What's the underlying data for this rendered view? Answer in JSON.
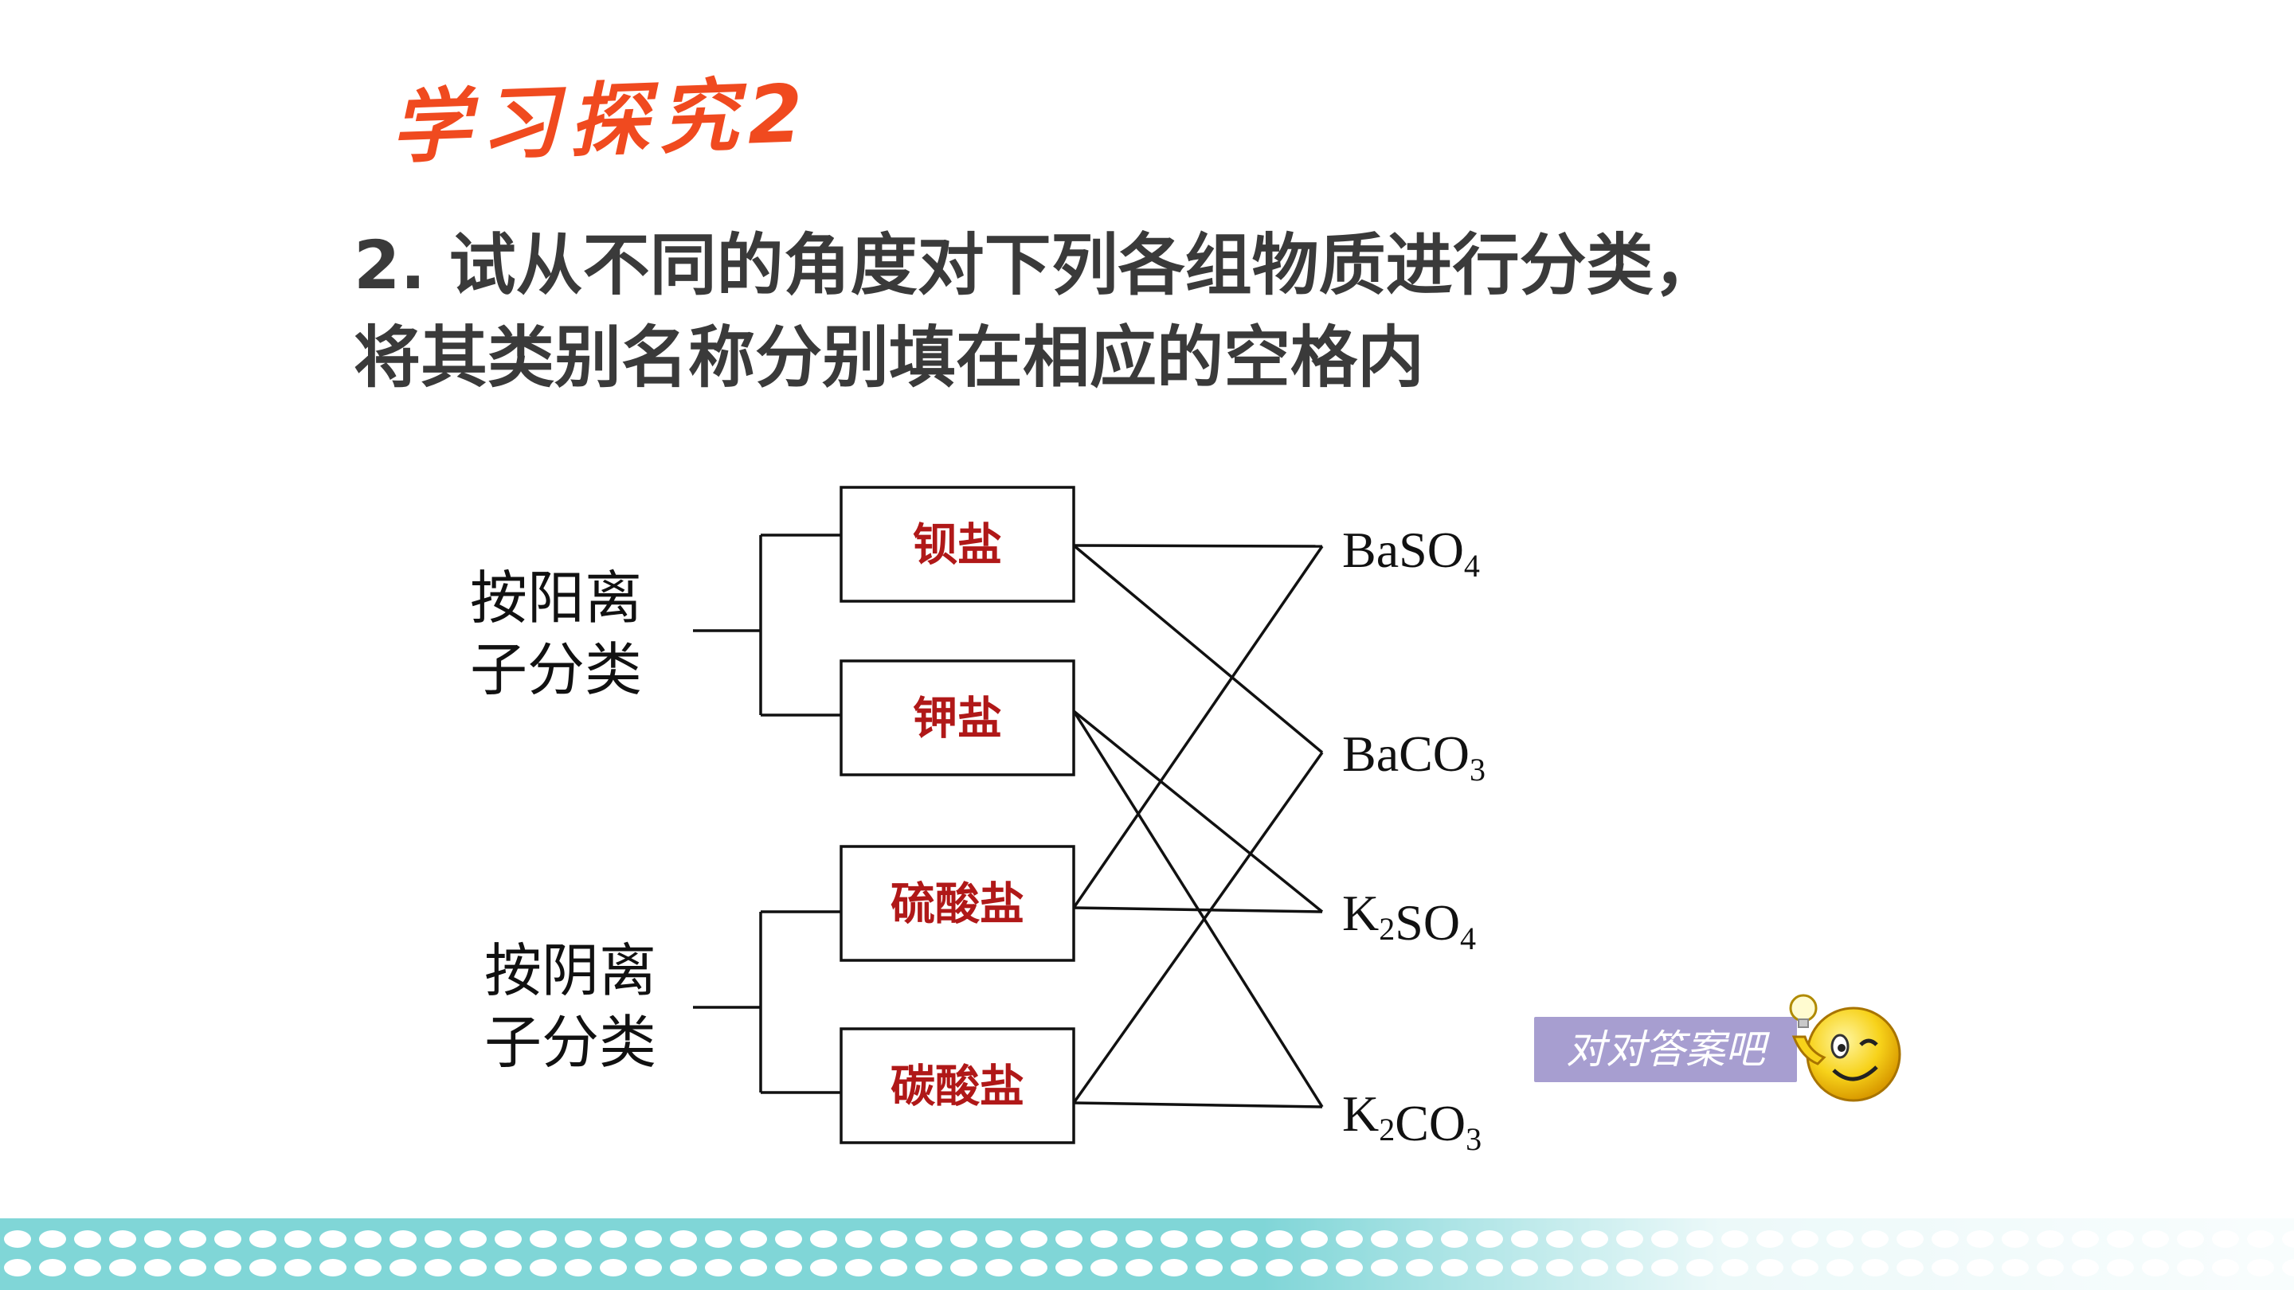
{
  "title": "学习探究2",
  "question": {
    "line1": "2. 试从不同的角度对下列各组物质进行分类，",
    "line2": "将其类别名称分别填在相应的空格内"
  },
  "diagram": {
    "groups": [
      {
        "line1": "按阳离",
        "line2": "子分类"
      },
      {
        "line1": "按阴离",
        "line2": "子分类"
      }
    ],
    "boxes": [
      "钡盐",
      "钾盐",
      "硫酸盐",
      "碳酸盐"
    ],
    "compounds": [
      {
        "parts": [
          [
            "Ba",
            ""
          ],
          [
            "S",
            ""
          ],
          [
            "O",
            "4"
          ]
        ]
      },
      {
        "parts": [
          [
            "Ba",
            ""
          ],
          [
            "C",
            ""
          ],
          [
            "O",
            "3"
          ]
        ]
      },
      {
        "parts": [
          [
            "K",
            "2"
          ],
          [
            "S",
            ""
          ],
          [
            "O",
            "4"
          ]
        ]
      },
      {
        "parts": [
          [
            "K",
            "2"
          ],
          [
            "C",
            ""
          ],
          [
            "O",
            "3"
          ]
        ]
      }
    ],
    "links": [
      [
        0,
        0
      ],
      [
        0,
        1
      ],
      [
        1,
        2
      ],
      [
        1,
        3
      ],
      [
        2,
        0
      ],
      [
        2,
        2
      ],
      [
        3,
        1
      ],
      [
        3,
        3
      ]
    ]
  },
  "answer_button": "对对答案吧",
  "colors": {
    "title": "#f04a1f",
    "question": "#3a3a3a",
    "box_label": "#b01818",
    "answer_button_bg": "#a79ed0",
    "border_teal": "#35bdc0"
  },
  "icons": [
    "smiley-lightbulb-icon"
  ]
}
